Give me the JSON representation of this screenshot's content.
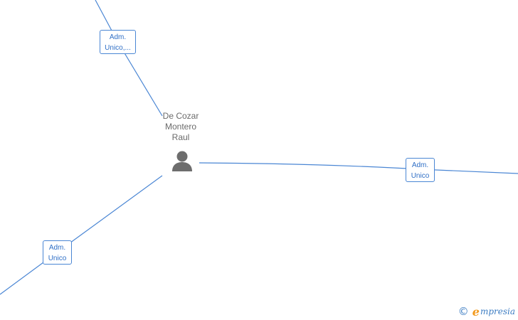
{
  "person": {
    "name_lines": [
      "De Cozar",
      "Montero",
      "Raul"
    ],
    "icon": "person-icon"
  },
  "edges": [
    {
      "id": "top-left",
      "label_lines": [
        "Adm.",
        "Unico,..."
      ]
    },
    {
      "id": "right",
      "label_lines": [
        "Adm.",
        "Unico"
      ]
    },
    {
      "id": "bottom-left",
      "label_lines": [
        "Adm.",
        "Unico"
      ]
    }
  ],
  "watermark": {
    "copyright_symbol": "©",
    "brand_initial": "e",
    "brand_rest": "mpresia"
  },
  "colors": {
    "edge": "#4a86d4",
    "label_text": "#2f6fc6",
    "name_text": "#6a6a6a",
    "icon": "#6d6d6d",
    "brand_orange": "#f29a1e",
    "brand_blue": "#3d7dc3"
  }
}
